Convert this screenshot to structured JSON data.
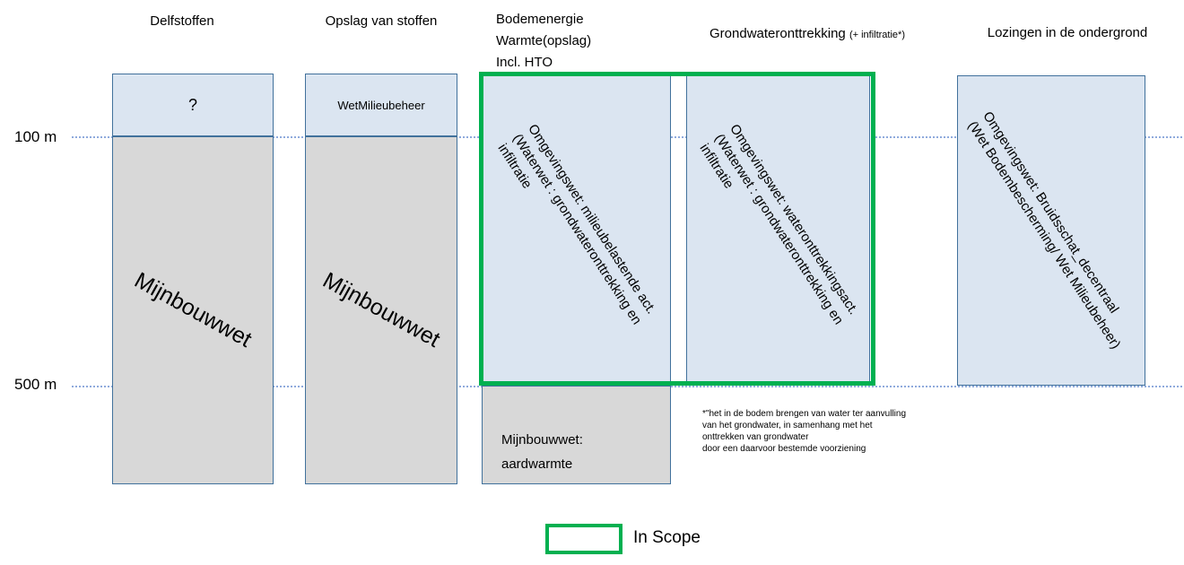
{
  "headers": {
    "delfstoffen": "Delfstoffen",
    "opslag": "Opslag van stoffen",
    "bodemenergie": "Bodemenergie\nWarmte(opslag)\nIncl. HTO",
    "grondwater_main": "Grondwateronttrekking",
    "grondwater_sub": "(+ infiltratie*)",
    "lozingen": "Lozingen in de ondergrond"
  },
  "depth_axis": {
    "d100": "100 m",
    "d500": "500 m"
  },
  "columns": {
    "delfstoffen_top": "?",
    "delfstoffen_bottom": "Mijnbouwwet",
    "opslag_top": "WetMilieubeheer",
    "opslag_bottom": "Mijnbouwwet",
    "bodemenergie_main": "Omgevingswet: milieubelastende act.\n(Waterwet : grondwateronttrekking en\ninfiltratie",
    "bodemenergie_bottom": "Mijnbouwwet:\naardwarmte",
    "grondwater_main": "Omgevingswet: wateronttrekkingsact.\n(Waterwet : grondwateronttrekking en\ninfiltratie",
    "lozingen_main": "Omgevingswet: Bruidsschat_decentraal\n(Wet Bodembescherming/ Wet Milieubeheer)"
  },
  "footnote": "*\"het in de bodem brengen van water ter aanvulling\nvan het grondwater, in samenhang met het\nonttrekken van grondwater\n door een daarvoor bestemde voorziening",
  "legend": "In Scope",
  "colors": {
    "scope_green": "#00B050",
    "light_blue": "#DBE5F1",
    "gray": "#D8D8D8",
    "box_border": "#41719C",
    "dotted_line": "#8FAADC"
  }
}
